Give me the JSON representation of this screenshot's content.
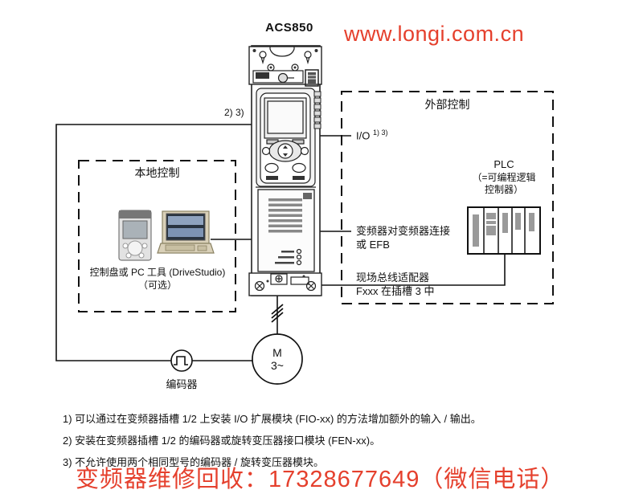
{
  "header": {
    "model": "ACS850",
    "website": "www.longi.com.cn"
  },
  "colors": {
    "accent_red": "#e5402d",
    "line_black": "#111111"
  },
  "diagram": {
    "external_box_title": "外部控制",
    "local_box_title": "本地控制",
    "slot_note": "2) 3)",
    "io_label": "I/O",
    "io_superscript": "1) 3)",
    "plc_title": "PLC",
    "plc_subtitle": "（=可编程逻辑\n控制器）",
    "drive_to_drive_label": "变频器对变频器连接\n或 EFB",
    "fieldbus_label": "现场总线适配器\nFxxx 在插槽 3 中",
    "local_tools_label": "控制盘或 PC 工具 (DriveStudio)\n（可选）",
    "encoder_label": "编码器",
    "motor_label": "M\n3~"
  },
  "footnotes": [
    "1) 可以通过在变频器插槽 1/2 上安装 I/O 扩展模块 (FIO-xx) 的方法增加额外的输入 / 输出。",
    "2) 安装在变频器插槽 1/2 的编码器或旋转变压器接口模块 (FEN-xx)。",
    "3) 不允许使用两个相同型号的编码器 / 旋转变压器模块。"
  ],
  "footer": {
    "service_text": "变频器维修回收：17328677649（微信电话）"
  }
}
